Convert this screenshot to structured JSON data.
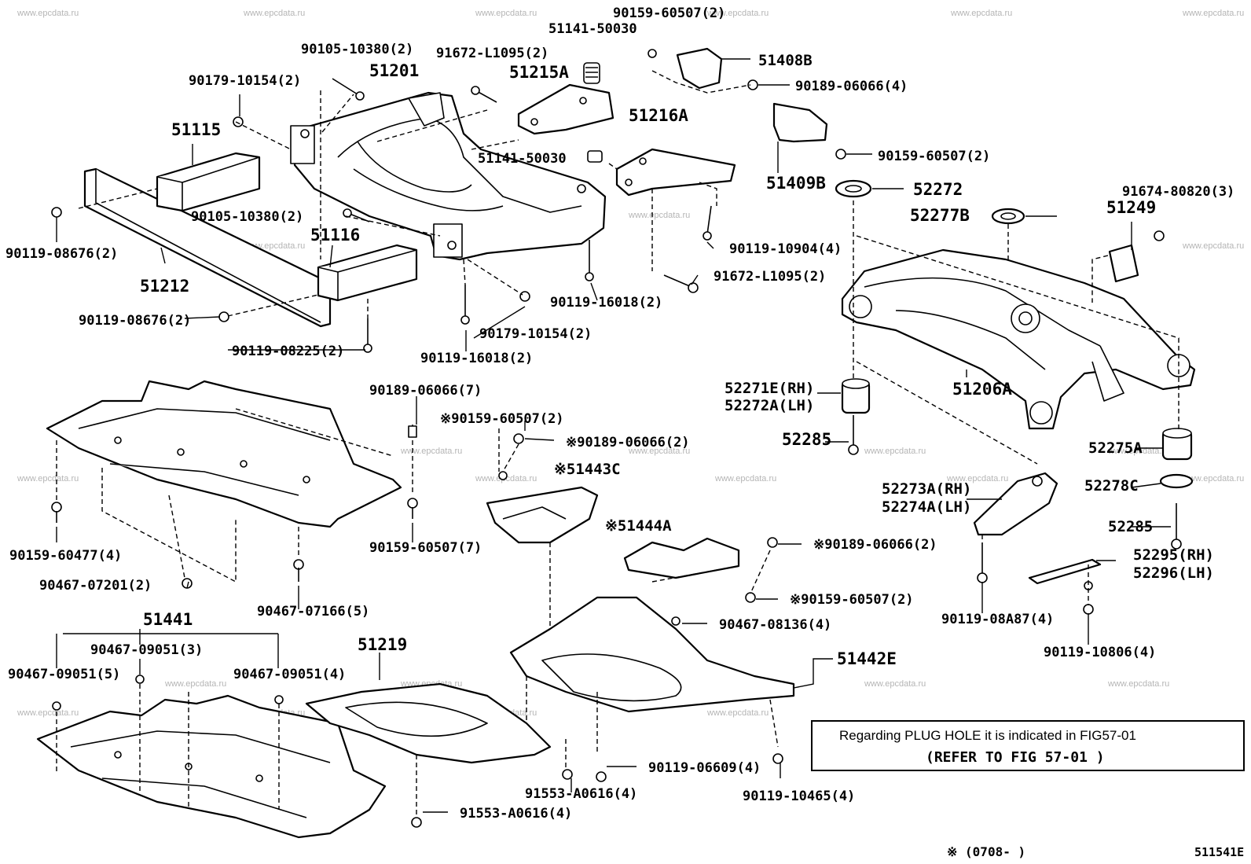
{
  "watermark": "www.epcdata.ru",
  "labels": {
    "p_90159_60507_top": "90159-60507(2)",
    "p_51141_50030_top": "51141-50030",
    "p_90105_10380_top": "90105-10380(2)",
    "p_91672_L1095_top": "91672-L1095(2)",
    "p_51408B": "51408B",
    "p_51201": "51201",
    "p_51215A": "51215A",
    "p_90179_10154_top": "90179-10154(2)",
    "p_90189_06066_4": "90189-06066(4)",
    "p_51115": "51115",
    "p_51216A": "51216A",
    "p_51141_50030_mid": "51141-50030",
    "p_90159_60507_right": "90159-60507(2)",
    "p_51409B": "51409B",
    "p_52272": "52272",
    "p_91674_80820": "91674-80820(3)",
    "p_52277B": "52277B",
    "p_51249": "51249",
    "p_90105_10380_mid": "90105-10380(2)",
    "p_51116": "51116",
    "p_90119_08676_left": "90119-08676(2)",
    "p_90119_10904": "90119-10904(4)",
    "p_91672_L1095_mid": "91672-L1095(2)",
    "p_51212": "51212",
    "p_90119_16018_right": "90119-16018(2)",
    "p_90119_08676_low": "90119-08676(2)",
    "p_90179_10154_low": "90179-10154(2)",
    "p_90119_08225": "90119-08225(2)",
    "p_90119_16018_low": "90119-16018(2)",
    "p_52271E": "52271E(RH)",
    "p_52272A": "52272A(LH)",
    "p_51206A": "51206A",
    "p_90189_06066_7": "90189-06066(7)",
    "p_x90159_60507_a": "※90159-60507(2)",
    "p_52285_top": "52285",
    "p_x90189_06066_a": "※90189-06066(2)",
    "p_52275A": "52275A",
    "p_x51443C": "※51443C",
    "p_52273A": "52273A(RH)",
    "p_52274A": "52274A(LH)",
    "p_52278C": "52278C",
    "p_52285_low": "52285",
    "p_x51444A": "※51444A",
    "p_x90189_06066_b": "※90189-06066(2)",
    "p_52295": "52295(RH)",
    "p_52296": "52296(LH)",
    "p_90159_60477": "90159-60477(4)",
    "p_90159_60507_7": "90159-60507(7)",
    "p_90467_07201": "90467-07201(2)",
    "p_x90159_60507_b": "※90159-60507(2)",
    "p_90467_07166": "90467-07166(5)",
    "p_90119_08A87": "90119-08A87(4)",
    "p_51441": "51441",
    "p_90467_08136": "90467-08136(4)",
    "p_90119_10806": "90119-10806(4)",
    "p_90467_09051_3": "90467-09051(3)",
    "p_51442E": "51442E",
    "p_51219": "51219",
    "p_90467_09051_5": "90467-09051(5)",
    "p_90467_09051_4": "90467-09051(4)",
    "p_90119_06609": "90119-06609(4)",
    "p_91553_A0616_a": "91553-A0616(4)",
    "p_90119_10465": "90119-10465(4)",
    "p_91553_A0616_b": "91553-A0616(4)"
  },
  "note": {
    "line1": "Regarding PLUG HOLE  it is indicated in FIG57-01",
    "line2": "(REFER TO FIG  57-01  )"
  },
  "footer": {
    "date_code": "※ (0708-      )",
    "figure_code": "511541E"
  }
}
